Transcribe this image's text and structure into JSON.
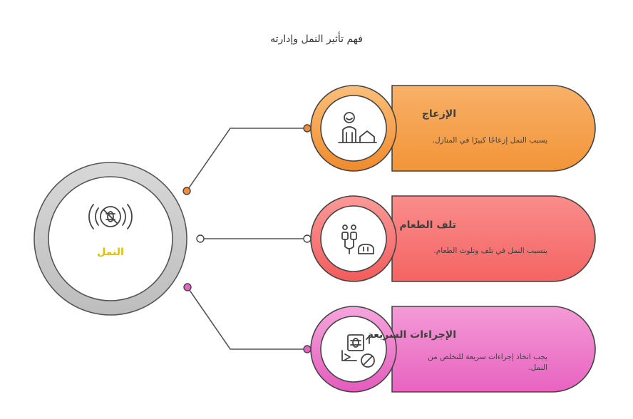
{
  "title": "فهم تأثير النمل وإدارته",
  "center": {
    "label": "النمل",
    "icon": "ant-no-sign-icon"
  },
  "items": [
    {
      "title": "الإزعاج",
      "description": "يسبب النمل إزعاجًا كبيرًا في المنازل.",
      "icon": "person-house-icon",
      "color": "#f7a24a"
    },
    {
      "title": "تلف الطعام",
      "description": "يتسبب النمل في تلف وتلوث الطعام.",
      "icon": "food-contamination-icon",
      "color": "#f76b6b"
    },
    {
      "title": "الإجراءات السريعة",
      "description": "يجب اتخاذ إجراءات سريعة للتخلص من النمل.",
      "icon": "pest-control-icon",
      "color": "#ee6ec0"
    }
  ],
  "colors": {
    "connector_top": "#f28c38",
    "connector_middle": "#ffffff",
    "connector_bottom": "#e663c6",
    "center_label": "#e2c000"
  }
}
